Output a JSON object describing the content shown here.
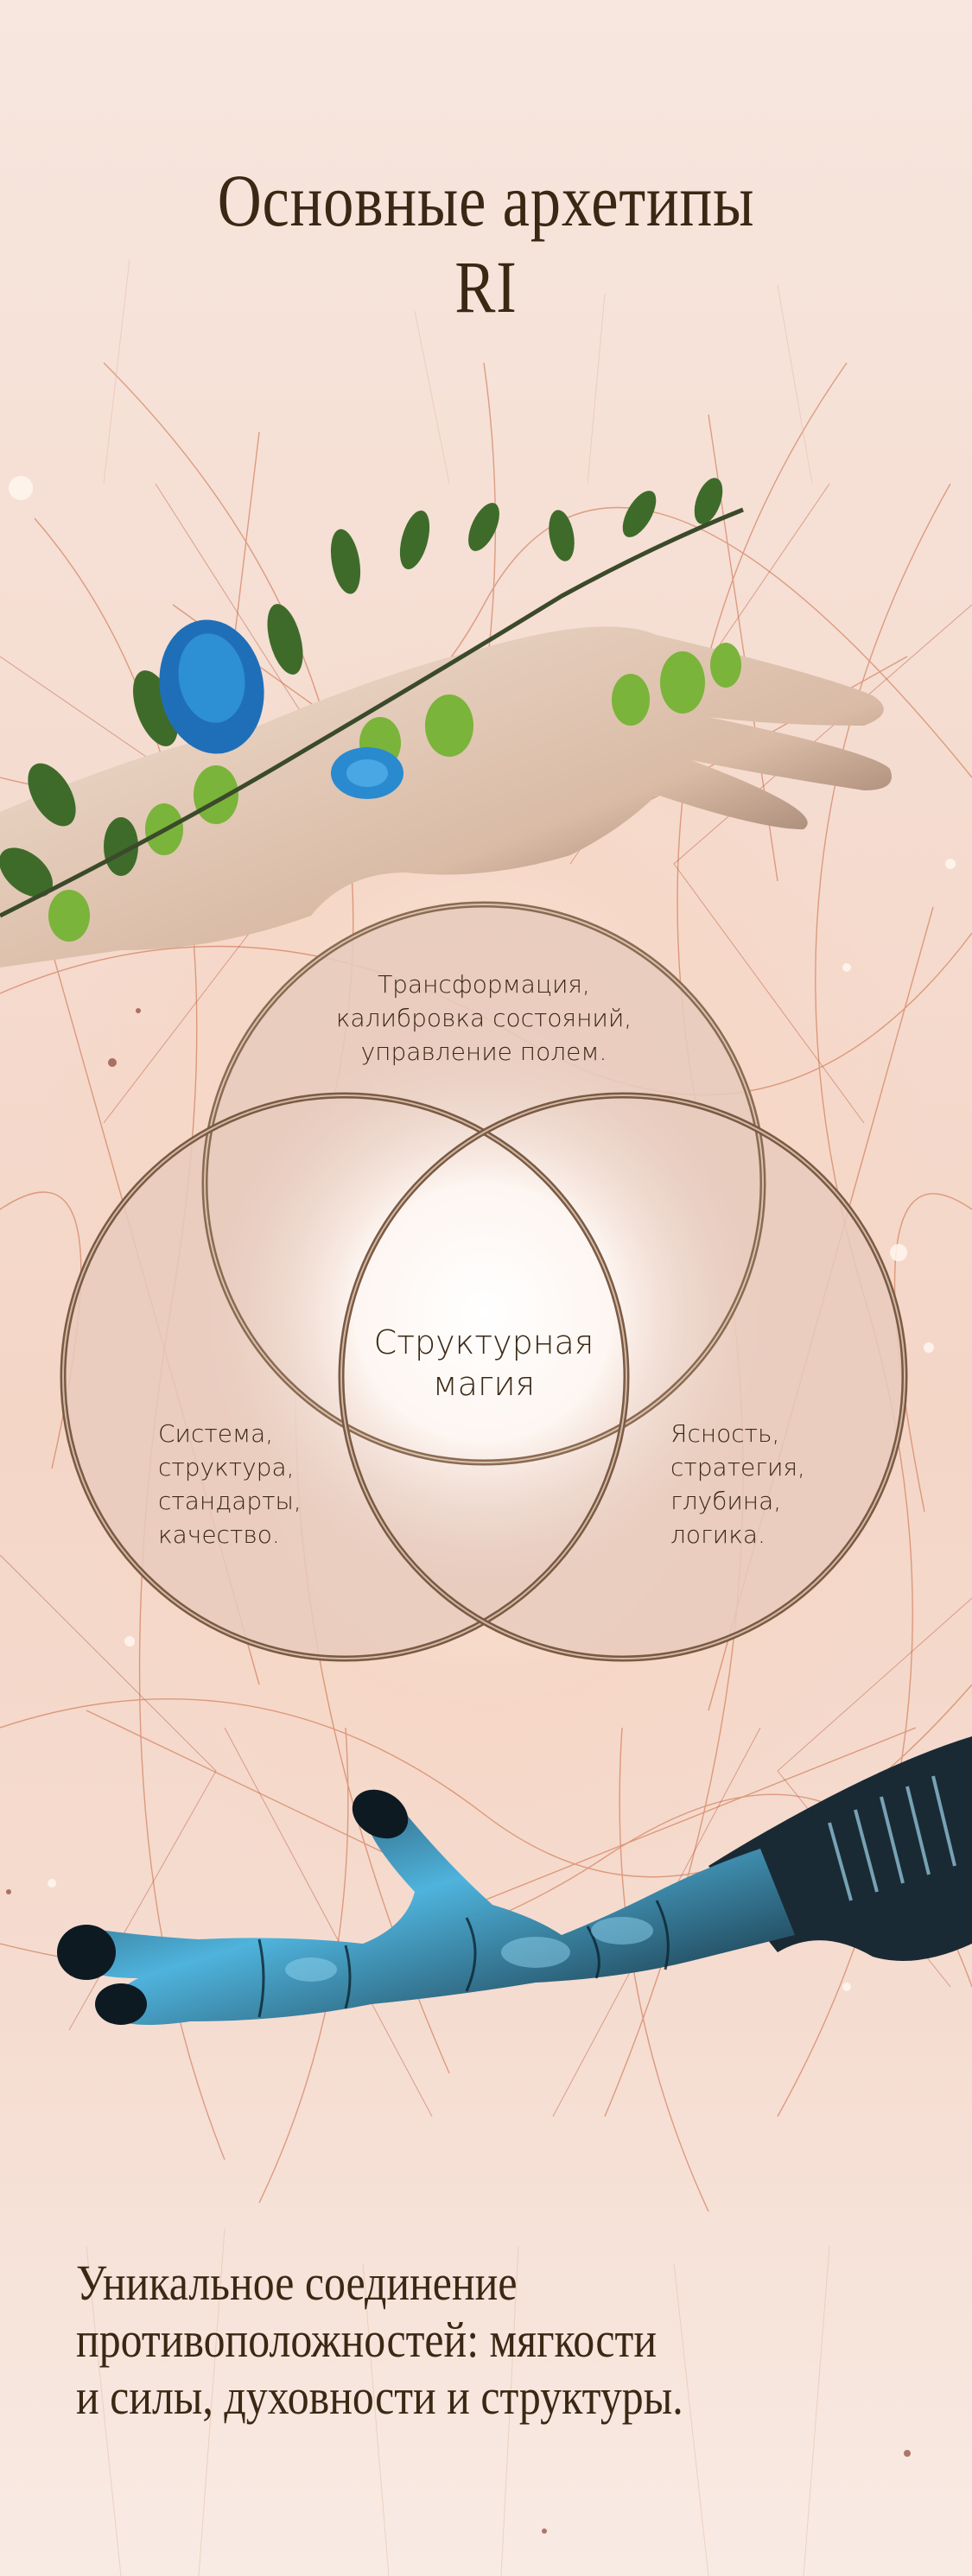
{
  "header": {
    "title_line1": "Основные архетипы",
    "title_line2": "RI"
  },
  "venn": {
    "top_circle": {
      "lines": [
        "Трансформация,",
        "калибровка состояний,",
        "управление полем."
      ]
    },
    "left_circle": {
      "lines": [
        "Система,",
        "структура,",
        "стандарты,",
        "качество."
      ]
    },
    "right_circle": {
      "lines": [
        "Ясность,",
        "стратегия,",
        "глубина,",
        "логика."
      ]
    },
    "center": {
      "lines": [
        "Структурная",
        "магия"
      ]
    },
    "colors": {
      "ring": "#7a5a44",
      "fill": "#e9cfc3",
      "center_glow": "#ffffff",
      "text": "#3a2814"
    }
  },
  "illustrations": {
    "top": "human-hand-with-floral-vine-icon",
    "bottom": "robotic-hand-icon"
  },
  "footer": {
    "lines": [
      "Уникальное соединение",
      "противоположностей: мягкости",
      "и силы, духовности и структуры."
    ]
  },
  "palette": {
    "background": "#f6e6de",
    "filament": "#c9653e",
    "text": "#3a2814"
  }
}
